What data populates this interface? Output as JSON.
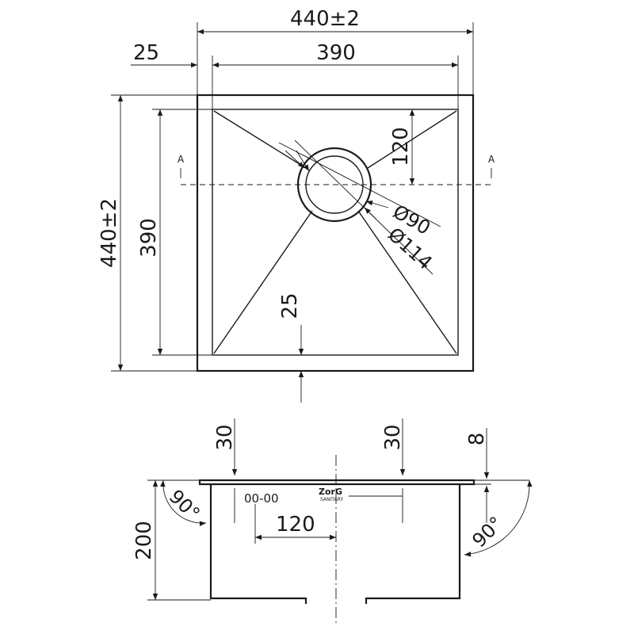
{
  "dimensions": {
    "outer_width": "440±2",
    "inner_width": "390",
    "rim_offset": "25",
    "outer_height": "440±2",
    "inner_height": "390",
    "drain_offset": "120",
    "drain_diameter": "Ø90",
    "flange_diameter": "Ø114",
    "bottom_offset": "25",
    "section_A_left": "A",
    "section_A_right": "A"
  },
  "side_view": {
    "left_30": "30",
    "right_30": "30",
    "rim_8": "8",
    "height_200": "200",
    "spacing_120": "120",
    "angle_left": "90°",
    "angle_right": "90°",
    "fittings_label": "00-00",
    "logo_text": "ZorG",
    "logo_sub": "SANITARY"
  }
}
